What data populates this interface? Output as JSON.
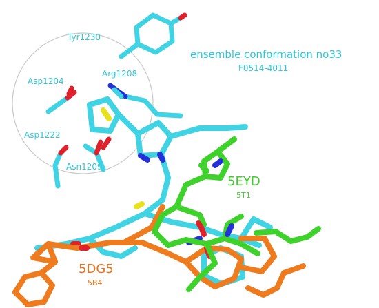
{
  "colors": {
    "cyan": "#3fd3e3",
    "cyan_text": "#29c9dc",
    "green": "#3fd12c",
    "green_text": "#3ccf2a",
    "orange": "#ee7b1e",
    "orange_text": "#e8731c",
    "nitrogen": "#2430d8",
    "oxygen": "#e0202a",
    "sulfur": "#e7e21c",
    "circle": "#c8c8c8"
  },
  "residues": {
    "tyr": "Tyr1230",
    "arg": "Arg1208",
    "asp1204": "Asp1204",
    "asp1222": "Asp1222",
    "asn": "Asn1209"
  },
  "ensemble": {
    "title": "ensemble conformation no33",
    "code": "F0514-4011"
  },
  "green_ligand": {
    "pdb": "5EYD",
    "ligand": "5T1"
  },
  "orange_ligand": {
    "pdb": "5DG5",
    "ligand": "5B4"
  }
}
